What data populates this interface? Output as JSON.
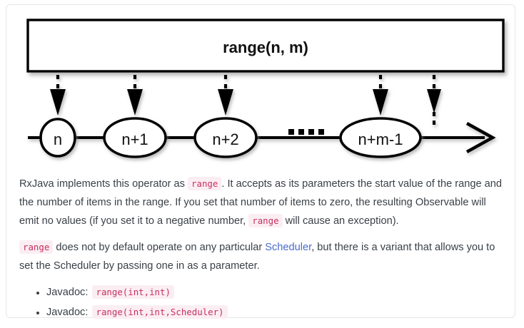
{
  "diagram": {
    "operator_box_label": "range(n, m)",
    "marbles": [
      {
        "label": "n"
      },
      {
        "label": "n+1"
      },
      {
        "label": "n+2"
      },
      {
        "label": "n+m-1"
      }
    ],
    "ellipsis_label": "....",
    "completion_marker": "|",
    "colors": {
      "stroke": "#000000",
      "fill": "#ffffff",
      "shadow": "#b9b9b9"
    }
  },
  "prose": {
    "paragraph1": {
      "part1": "RxJava implements this operator as",
      "code1": "range",
      "part2": ". It accepts as its parameters the start value of the range and the number of items in the range. If you set that number of items to zero, the resulting Observable will emit no values (if you set it to a negative number,",
      "code2": "range",
      "part3": "will cause an exception)."
    },
    "paragraph2": {
      "code1": "range",
      "part1": "does not by default operate on any particular",
      "link": "Scheduler",
      "part2": ", but there is a variant that allows you to set the Scheduler by passing one in as a parameter."
    }
  },
  "javadoc": {
    "items": [
      {
        "label": "Javadoc:",
        "signature": "range(int,int)"
      },
      {
        "label": "Javadoc:",
        "signature": "range(int,int,Scheduler)"
      }
    ]
  },
  "colors": {
    "body_text": "#3a4047",
    "code_text": "#c7305e",
    "code_bg": "#fbeef3",
    "link": "#4a6ccc",
    "card_border": "#e6e6e6",
    "page_bg": "#ffffff"
  }
}
